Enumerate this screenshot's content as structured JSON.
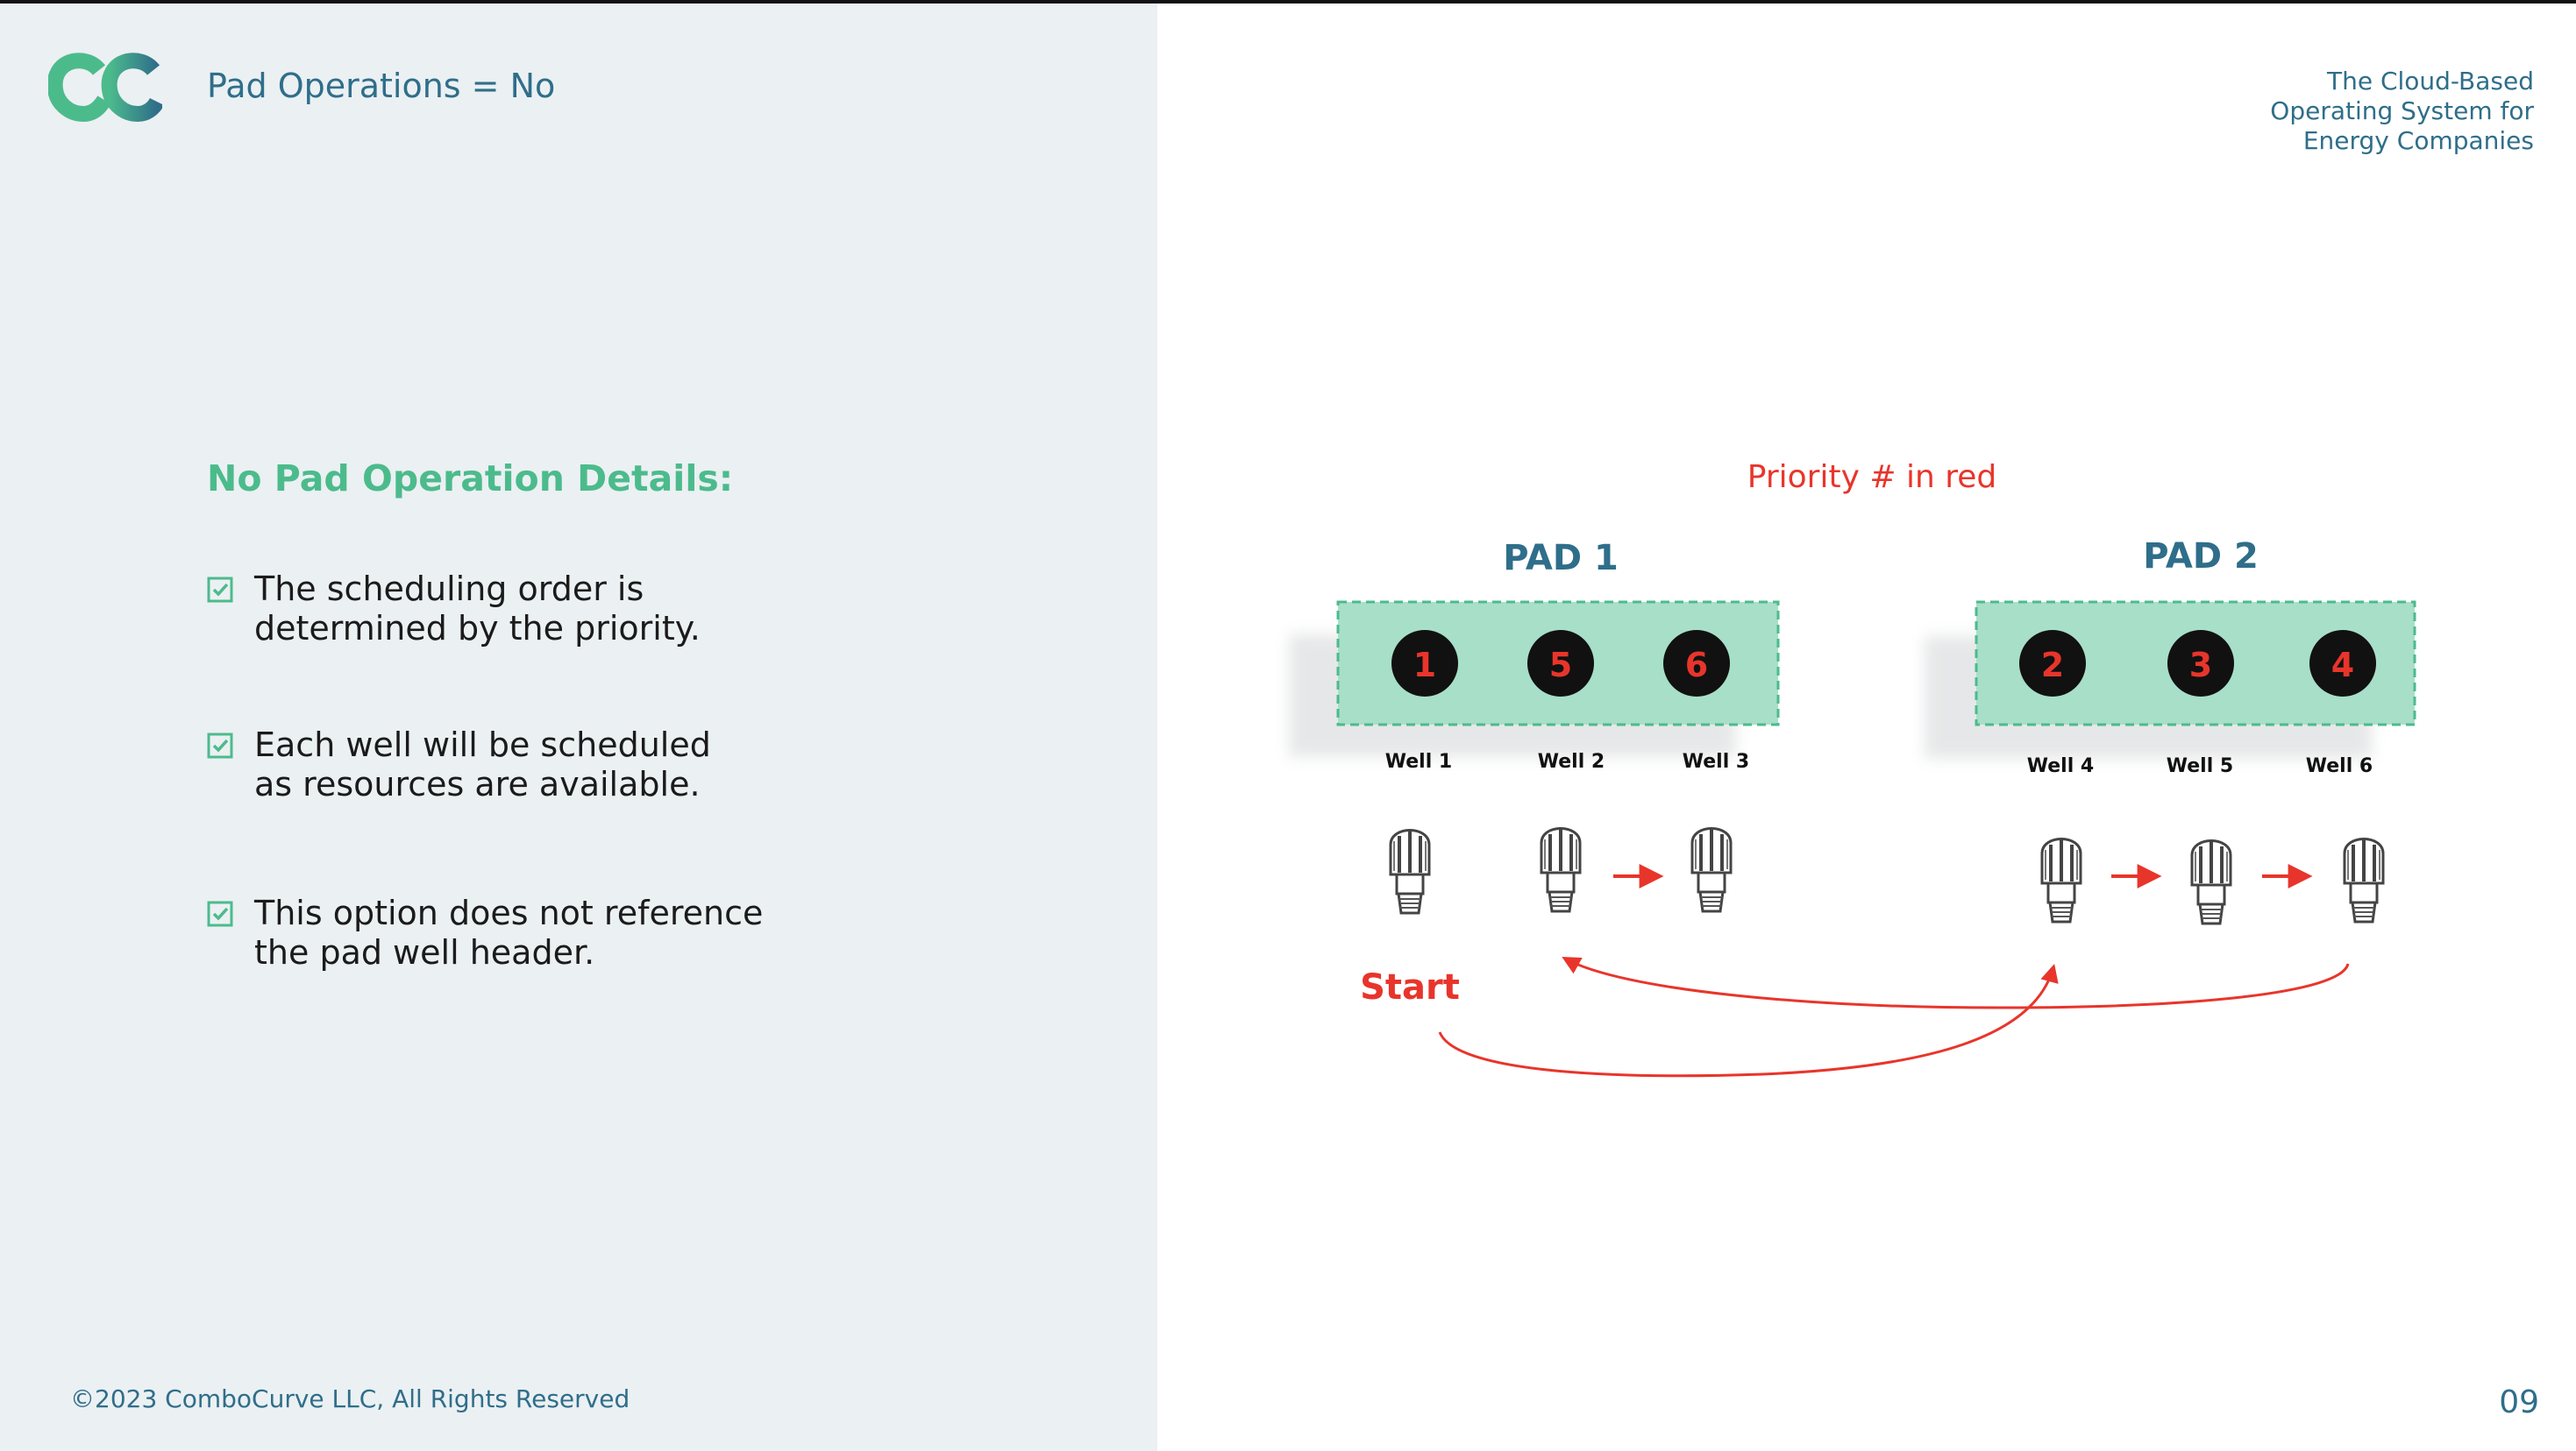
{
  "header": {
    "title": "Pad Operations = No",
    "tagline": [
      "The Cloud-Based",
      "Operating System for",
      "Energy Companies"
    ]
  },
  "details": {
    "heading": "No Pad Operation Details:",
    "bullets": [
      [
        "The scheduling order is",
        "determined by the priority."
      ],
      [
        "Each well will be scheduled",
        "as resources are available."
      ],
      [
        "This option does not reference",
        "the pad well header."
      ]
    ]
  },
  "diagram": {
    "note": "Priority # in red",
    "start_label": "Start",
    "pads": [
      {
        "label": "PAD 1",
        "priorities": [
          "1",
          "5",
          "6"
        ],
        "wells": [
          "Well 1",
          "Well 2",
          "Well 3"
        ]
      },
      {
        "label": "PAD 2",
        "priorities": [
          "2",
          "3",
          "4"
        ],
        "wells": [
          "Well 4",
          "Well 5",
          "Well 6"
        ]
      }
    ]
  },
  "footer": {
    "copyright": "©2023 ComboCurve LLC, All Rights Reserved",
    "page_number": "09"
  },
  "colors": {
    "brand_teal": "#2f6e8a",
    "brand_green": "#4cbb8c",
    "priority_red": "#e8352b",
    "pad_fill": "#a8dfc9",
    "panel_bg": "#ebf0f3"
  }
}
